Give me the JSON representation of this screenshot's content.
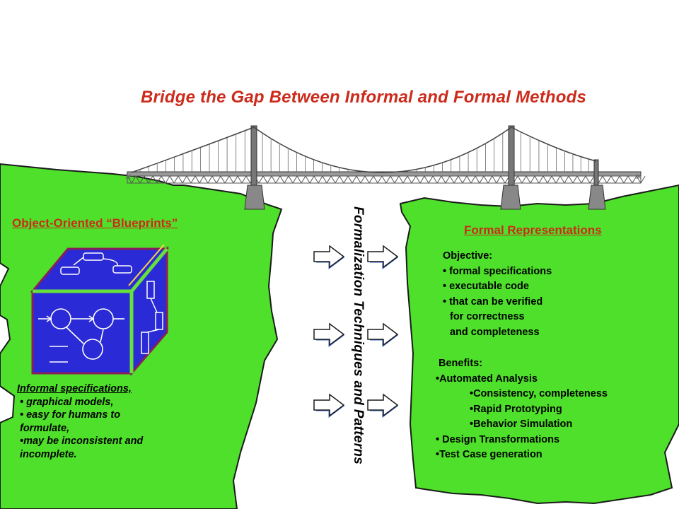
{
  "title": "Bridge the Gap Between Informal and Formal Methods",
  "left_panel": {
    "heading": "Object-Oriented “Blueprints”",
    "lines": [
      "Informal specifications,",
      "•  graphical models,",
      "•  easy for humans to",
      "    formulate,",
      "•may be inconsistent and",
      "   incomplete."
    ]
  },
  "middle": {
    "vertical_label": "Formalization Techniques and Patterns"
  },
  "right_panel": {
    "heading": "Formal Representations",
    "objective": {
      "label": "Objective:",
      "items": [
        "• formal specifications",
        "• executable code",
        "• that can be verified",
        "   for correctness",
        "   and completeness"
      ]
    },
    "benefits": {
      "label": "Benefits:",
      "items": [
        "•Automated Analysis",
        "•Consistency, completeness",
        "•Rapid Prototyping",
        "•Behavior Simulation",
        "• Design Transformations",
        "•Test Case generation"
      ]
    }
  },
  "colors": {
    "land_green": "#4ee02a",
    "title_red": "#cc2a1a",
    "cube_blue": "#2a2ad6",
    "cube_edge": "#8a1e5a",
    "arrow_blue": "#3a6ad0"
  }
}
